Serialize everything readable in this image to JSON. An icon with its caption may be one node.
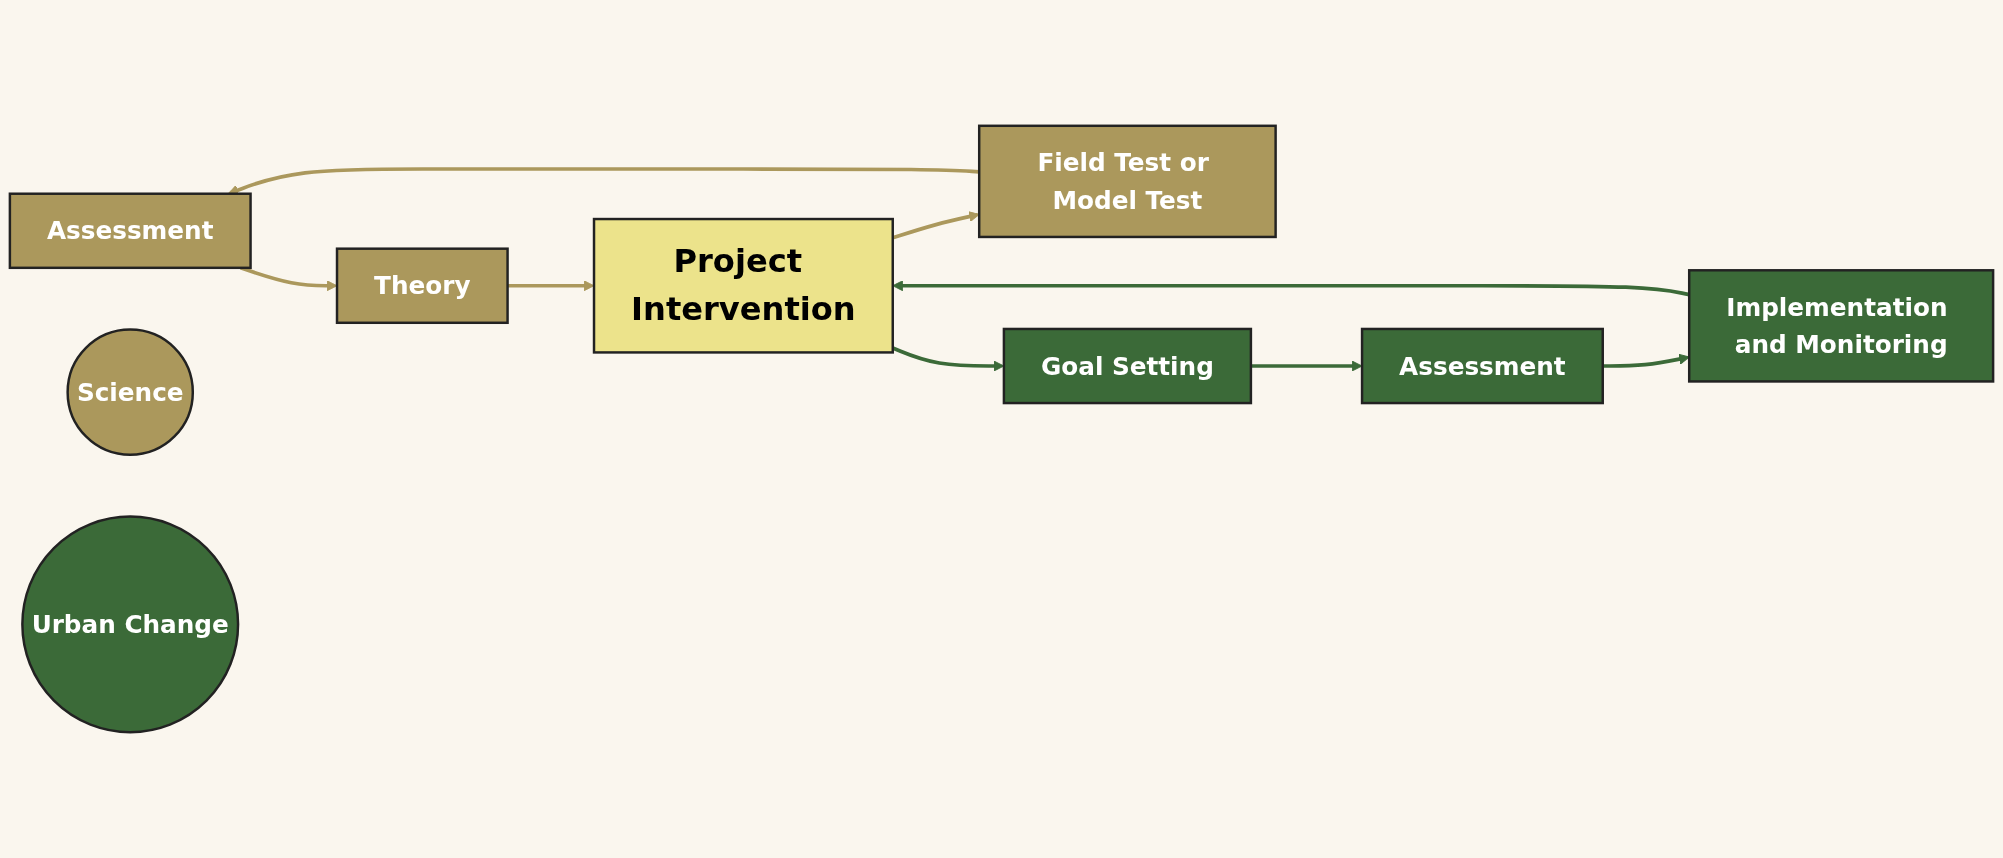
{
  "diagram": {
    "nodes": [
      {
        "text": [
          "Assessment"
        ]
      },
      {
        "text": [
          "Theory"
        ]
      },
      {
        "text": [
          "Science"
        ]
      },
      {
        "text": [
          "Field Test or Model Test"
        ]
      },
      {
        "text": [
          "Project Intervention"
        ]
      },
      {
        "text": [
          "Goal Setting"
        ]
      },
      {
        "text": [
          "Urban Change"
        ]
      },
      {
        "text": [
          "Assessment"
        ]
      },
      {
        "text": [
          "Implementation and Monitoring"
        ]
      }
    ],
    "edges": [
      {
        "from": 0,
        "to": 1,
        "arrow": "to",
        "color": "#ab985c"
      },
      {
        "from": 1,
        "to": 4,
        "arrow": "to",
        "color": "#ab985c"
      },
      {
        "from": 4,
        "to": 3,
        "arrow": "to",
        "color": "#ab985c"
      },
      {
        "from": 3,
        "to": 0,
        "arrow": "to",
        "color": "#ab985c"
      },
      {
        "from": 4,
        "to": 5,
        "arrow": "to",
        "color": "#3b6a38"
      },
      {
        "from": 5,
        "to": 7,
        "arrow": "to",
        "color": "#3b6a38"
      },
      {
        "from": 7,
        "to": 8,
        "arrow": "to",
        "color": "#3b6a38"
      },
      {
        "from": 8,
        "to": 4,
        "arrow": "to",
        "color": "#3b6a38"
      }
    ]
  }
}
